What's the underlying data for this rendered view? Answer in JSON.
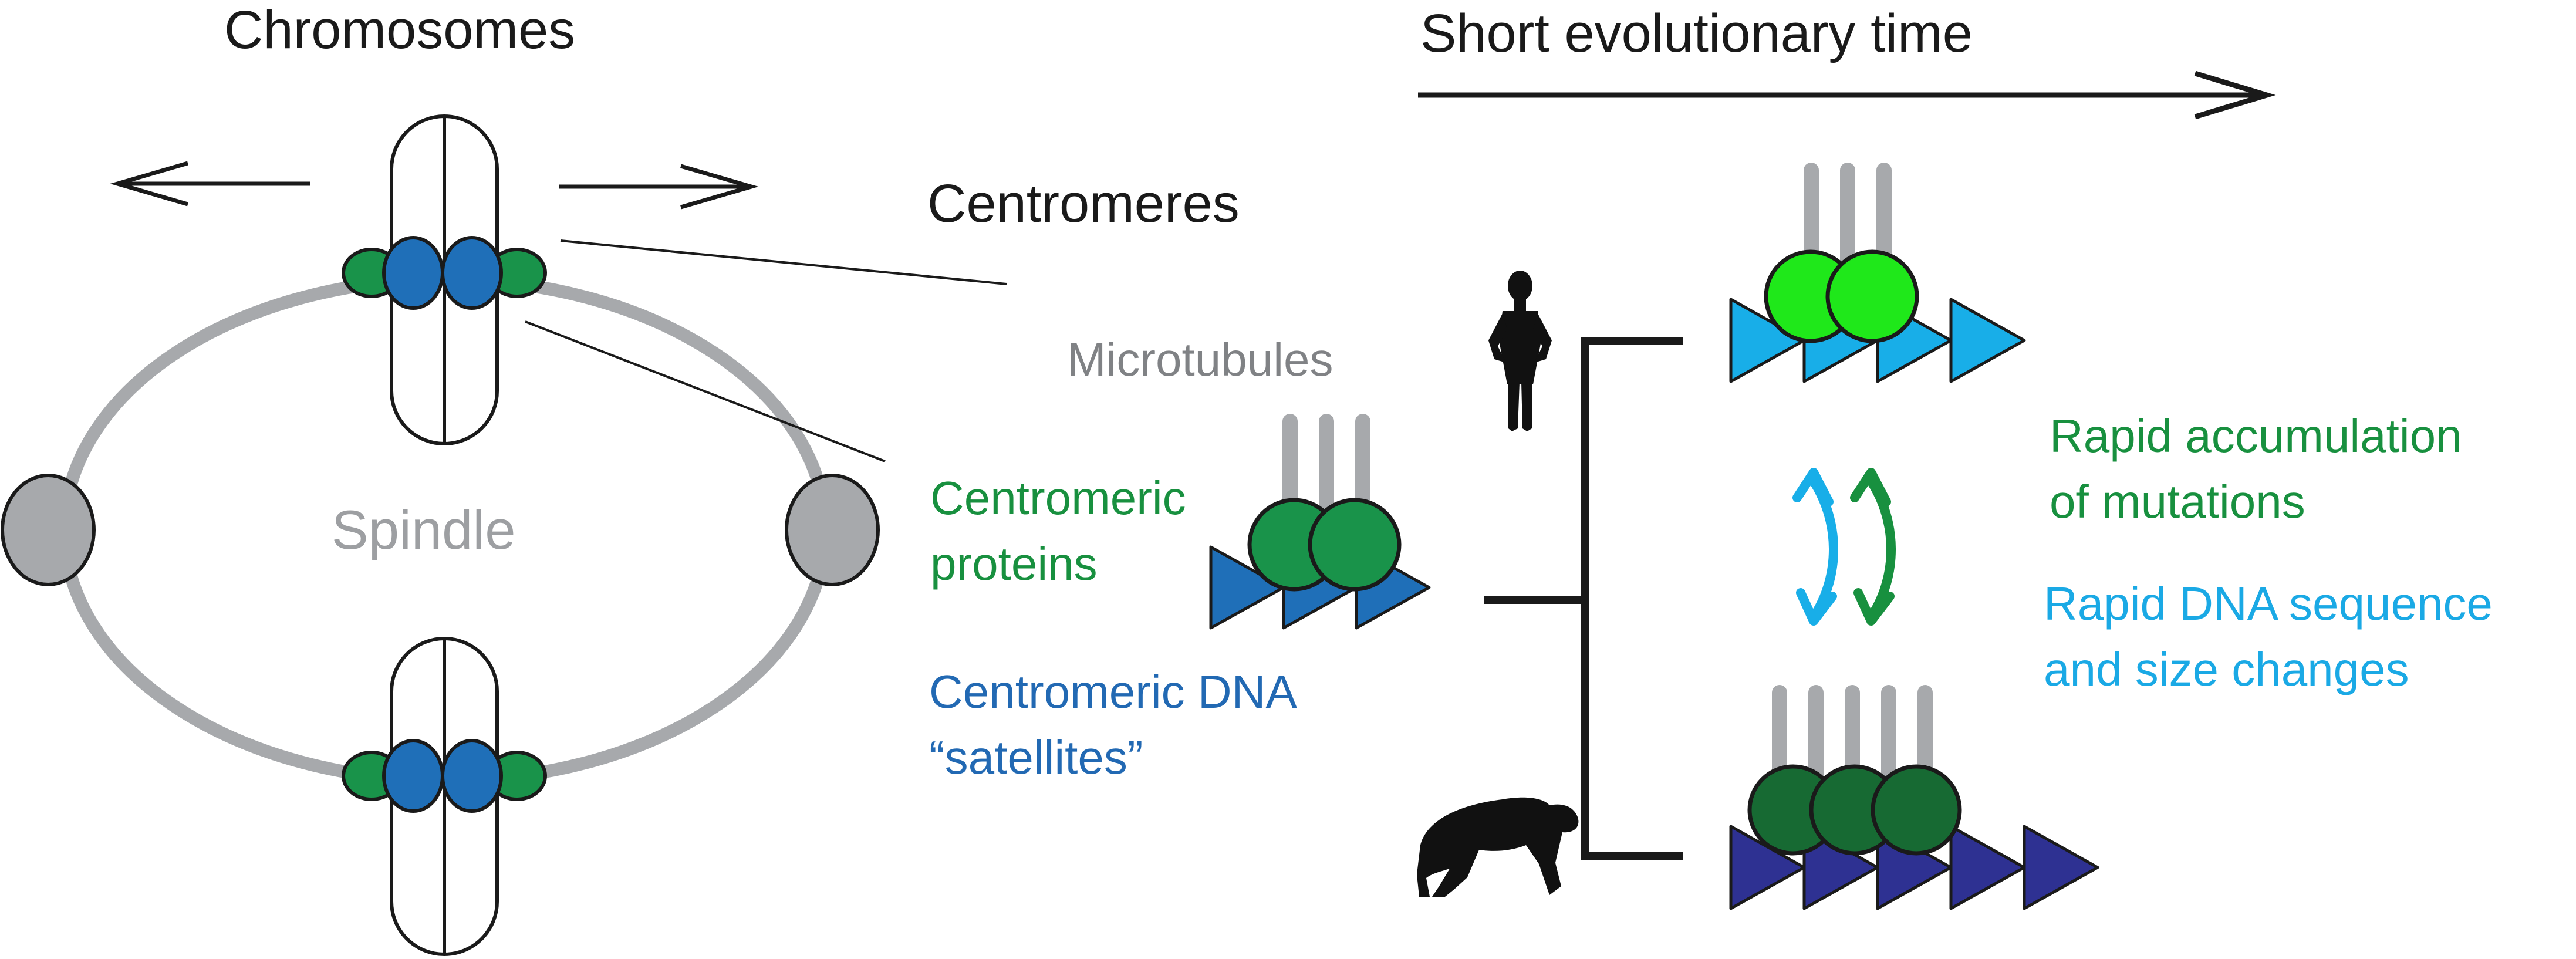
{
  "labels": {
    "chromosomes": "Chromosomes",
    "spindle": "Spindle",
    "centromeres": "Centromeres",
    "microtubules": "Microtubules",
    "centromeric_proteins_1": "Centromeric",
    "centromeric_proteins_2": "proteins",
    "centromeric_dna_1": "Centromeric DNA",
    "centromeric_dna_2": "“satellites”",
    "time": "Short evolutionary time",
    "mutations_1": "Rapid accumulation",
    "mutations_2": "of mutations",
    "dna_changes_1": "Rapid DNA sequence",
    "dna_changes_2": "and size changes"
  },
  "colors": {
    "black": "#1a1a1a",
    "gray": "#9d9fa2",
    "pole_fill": "#a7a9ac",
    "green_protein": "#19934a",
    "green_text": "#18903f",
    "blue_dna": "#1f6fb8",
    "blue_text": "#2269b3",
    "lime_protein": "#1fe81a",
    "cyan_dna": "#18aee8",
    "cyan_text": "#1aa9e5",
    "dark_green_protein": "#176a33",
    "navy_dna": "#2e3192",
    "gray_text": "#808285"
  },
  "icons": {
    "human": "human-silhouette-icon",
    "chimp": "chimpanzee-silhouette-icon"
  }
}
